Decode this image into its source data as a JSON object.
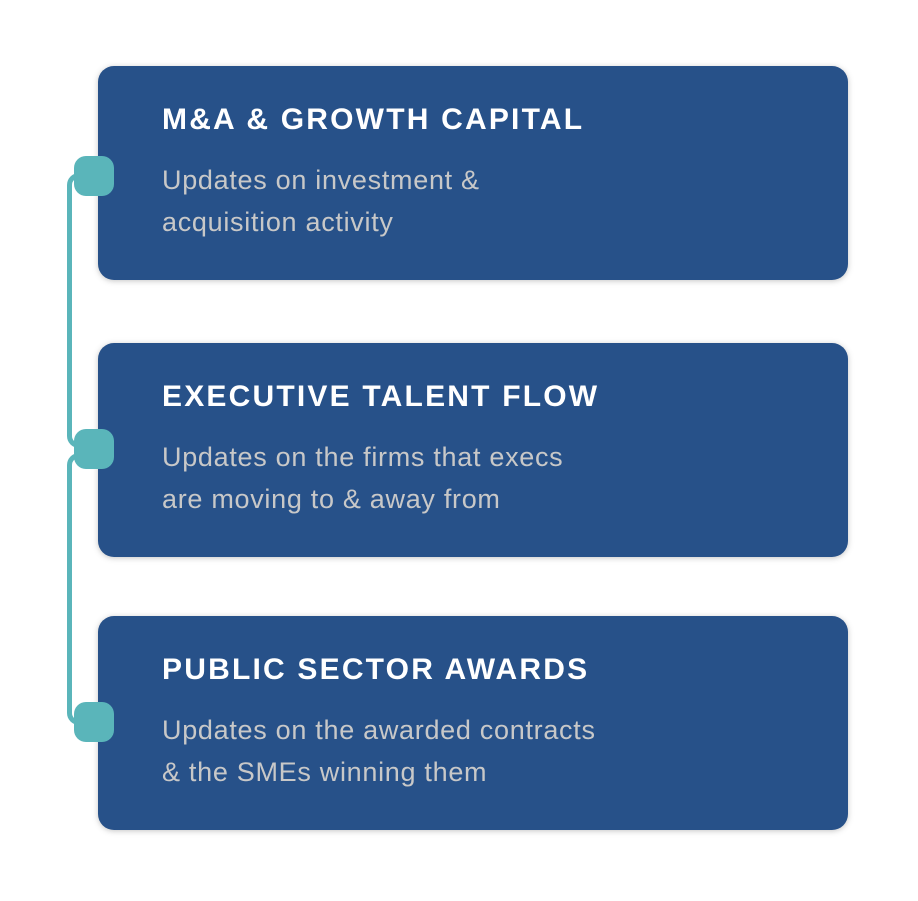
{
  "colors": {
    "page_background": "#ffffff",
    "card_background": "#275189",
    "connector_teal": "#5ab5ba",
    "title_text": "#ffffff",
    "body_text": "#c8c8c8"
  },
  "cards": [
    {
      "title": "M&A & GROWTH CAPITAL",
      "description_line1": "Updates on investment &",
      "description_line2": "acquisition activity"
    },
    {
      "title": "EXECUTIVE TALENT FLOW",
      "description_line1": "Updates on the firms that execs",
      "description_line2": "are moving to & away from"
    },
    {
      "title": "PUBLIC SECTOR AWARDS",
      "description_line1": "Updates on the awarded contracts",
      "description_line2": "& the SMEs winning them"
    }
  ]
}
